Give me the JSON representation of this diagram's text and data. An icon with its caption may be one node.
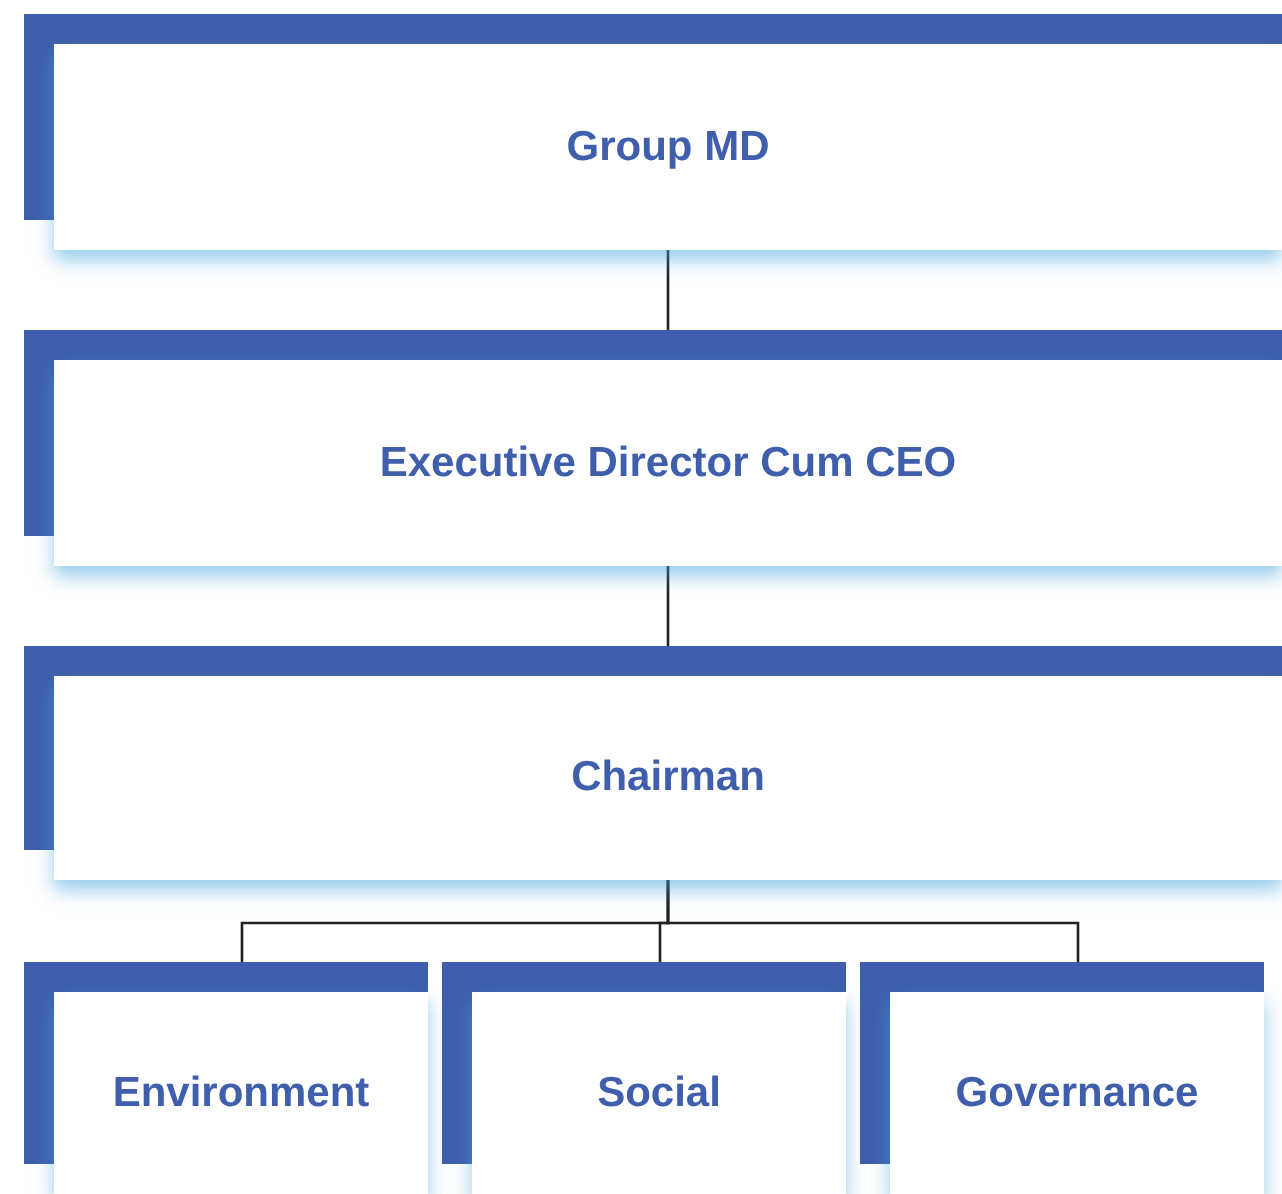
{
  "diagram": {
    "nodes": [
      {
        "text": [
          "Group MD"
        ]
      },
      {
        "text": [
          "Executive Director Cum CEO"
        ]
      },
      {
        "text": [
          "Chairman"
        ]
      },
      {
        "text": [
          "Environment"
        ]
      },
      {
        "text": [
          "Social"
        ]
      },
      {
        "text": [
          "Governance"
        ]
      }
    ],
    "edges": [
      {
        "from": 0,
        "to": 1,
        "arrow": "none"
      },
      {
        "from": 1,
        "to": 2,
        "arrow": "none"
      },
      {
        "from": 2,
        "to": 3,
        "arrow": "none"
      },
      {
        "from": 2,
        "to": 4,
        "arrow": "none"
      },
      {
        "from": 2,
        "to": 5,
        "arrow": "none"
      }
    ]
  }
}
